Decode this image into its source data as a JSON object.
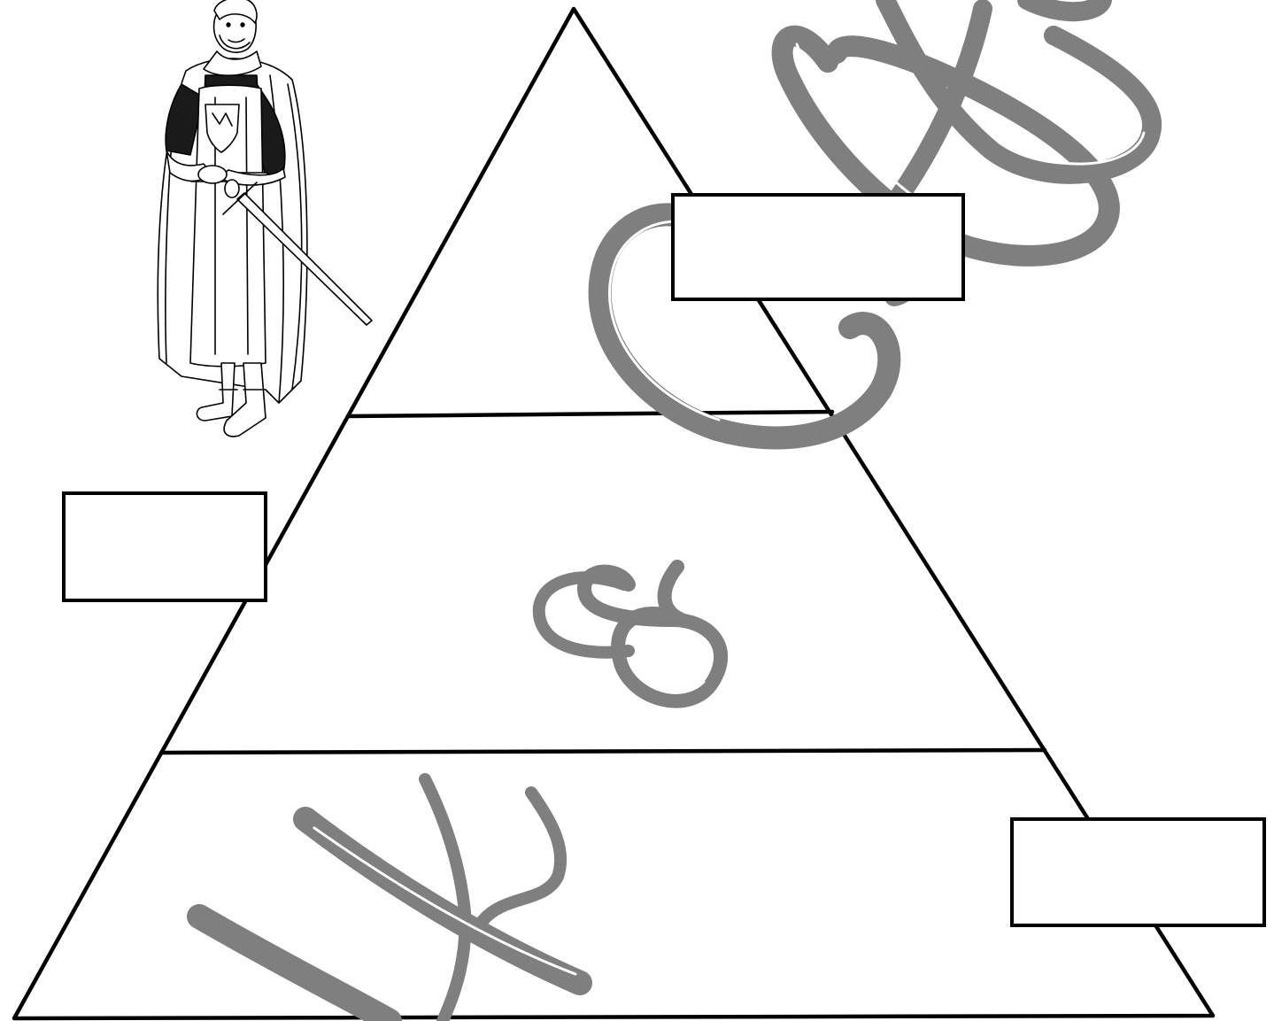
{
  "diagram": {
    "type": "feudal-pyramid-worksheet",
    "levels": [
      {
        "id": "top-tier",
        "label": ""
      },
      {
        "id": "middle-tier",
        "label": ""
      },
      {
        "id": "bottom-tier",
        "label": ""
      }
    ],
    "answer_boxes": [
      {
        "id": "top-answer-box",
        "value": ""
      },
      {
        "id": "middle-answer-box",
        "value": ""
      },
      {
        "id": "bottom-answer-box",
        "value": ""
      }
    ],
    "illustration": "knight-with-sword",
    "watermark": "K & C"
  },
  "colors": {
    "line": "#000000",
    "background": "#ffffff",
    "watermark": "#7f7f7f"
  }
}
